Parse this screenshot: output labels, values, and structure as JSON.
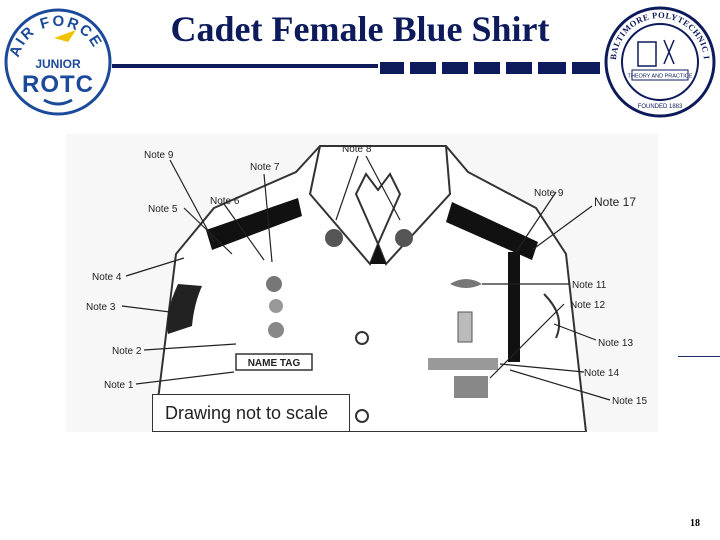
{
  "slide": {
    "title": "Cadet Female Blue Shirt",
    "page_number": "18"
  },
  "logo_left": {
    "top_text": "AIR FORCE",
    "middle_text": "JUNIOR",
    "bottom_text": "ROTC"
  },
  "logo_right": {
    "ring_text": "BALTIMORE POLYTECHNIC INSTITUTE",
    "band_text": "THEORY AND PRACTICE",
    "founded_text": "FOUNDED 1883"
  },
  "figure": {
    "caption": "Drawing not to scale",
    "name_tag": "NAME TAG",
    "notes": {
      "n1": "Note 1",
      "n2": "Note 2",
      "n3": "Note 3",
      "n4": "Note 4",
      "n5": "Note 5",
      "n6": "Note 6",
      "n7": "Note 7",
      "n8": "Note 8",
      "n9a": "Note 9",
      "n9b": "Note 9",
      "n11": "Note 11",
      "n12": "Note 12",
      "n13": "Note 13",
      "n14": "Note 14",
      "n15": "Note 15",
      "n17": "Note 17"
    }
  },
  "colors": {
    "navy": "#0d1a5c",
    "logo_blue": "#1b4a9a",
    "gold": "#f2c200"
  }
}
